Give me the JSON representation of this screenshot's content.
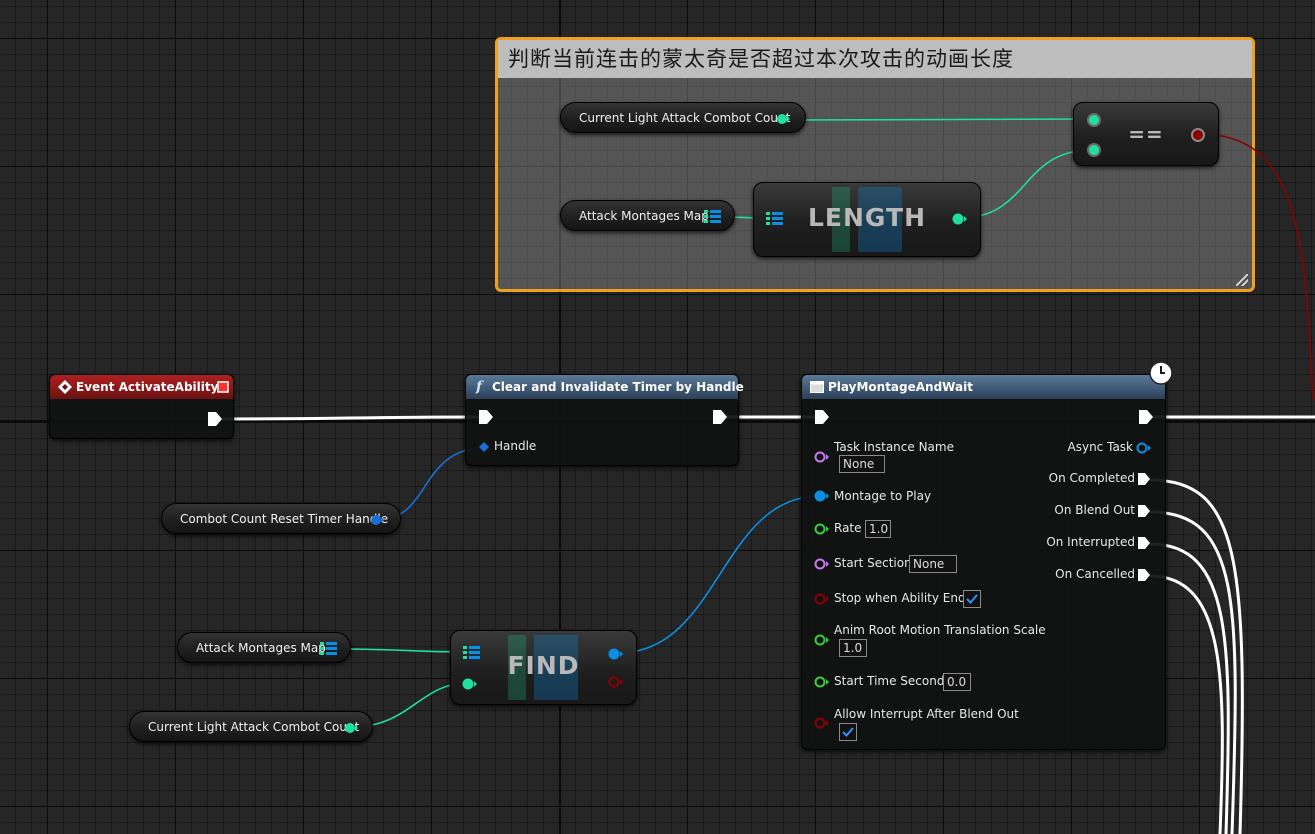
{
  "comment": {
    "title": "判断当前连击的蒙太奇是否超过本次攻击的动画长度"
  },
  "nodes": {
    "event_activate": {
      "title": "Event ActivateAbility"
    },
    "clear_timer": {
      "title": "Clear and Invalidate Timer by Handle",
      "handle_label": "Handle"
    },
    "play_montage": {
      "title": "PlayMontageAndWait",
      "inputs": {
        "task_instance_name": "Task Instance Name",
        "task_instance_value": "None",
        "montage_to_play": "Montage to Play",
        "rate": "Rate",
        "rate_value": "1.0",
        "start_section": "Start Section",
        "start_section_value": "None",
        "stop_when_ability_ends": "Stop when Ability Ends",
        "stop_when_ability_ends_checked": true,
        "anim_root_motion": "Anim Root Motion Translation Scale",
        "anim_root_motion_value": "1.0",
        "start_time_seconds": "Start Time Seconds",
        "start_time_seconds_value": "0.0",
        "allow_interrupt": "Allow Interrupt After Blend Out",
        "allow_interrupt_checked": true
      },
      "outputs": {
        "async_task": "Async Task",
        "on_completed": "On Completed",
        "on_blend_out": "On Blend Out",
        "on_interrupted": "On Interrupted",
        "on_cancelled": "On Cancelled"
      }
    },
    "combo_count_top": {
      "label": "Current Light Attack Combot Count"
    },
    "montages_map_top": {
      "label": "Attack Montages Map"
    },
    "length": {
      "title": "LENGTH"
    },
    "equal": {
      "title": "=="
    },
    "timer_handle": {
      "label": "Combot Count Reset Timer Handle"
    },
    "montages_map_bottom": {
      "label": "Attack Montages Map"
    },
    "combo_count_bottom": {
      "label": "Current Light Attack Combot Count"
    },
    "find": {
      "title": "FIND"
    }
  },
  "colors": {
    "exec": "#ffffff",
    "integer": "#1fe0a0",
    "object": "#0a8fe6",
    "struct_handle": "#1a6fd6",
    "bool": "#8c0000",
    "float": "#38d038",
    "name": "#c878f0",
    "comment_border": "#f0a020",
    "event_header": "#a01a1a",
    "function_header": "#3c5a78"
  },
  "icons": {
    "event": "event-diamond-icon",
    "function": "function-f-icon",
    "latent": "clock-icon",
    "map": "map-grid-icon"
  }
}
